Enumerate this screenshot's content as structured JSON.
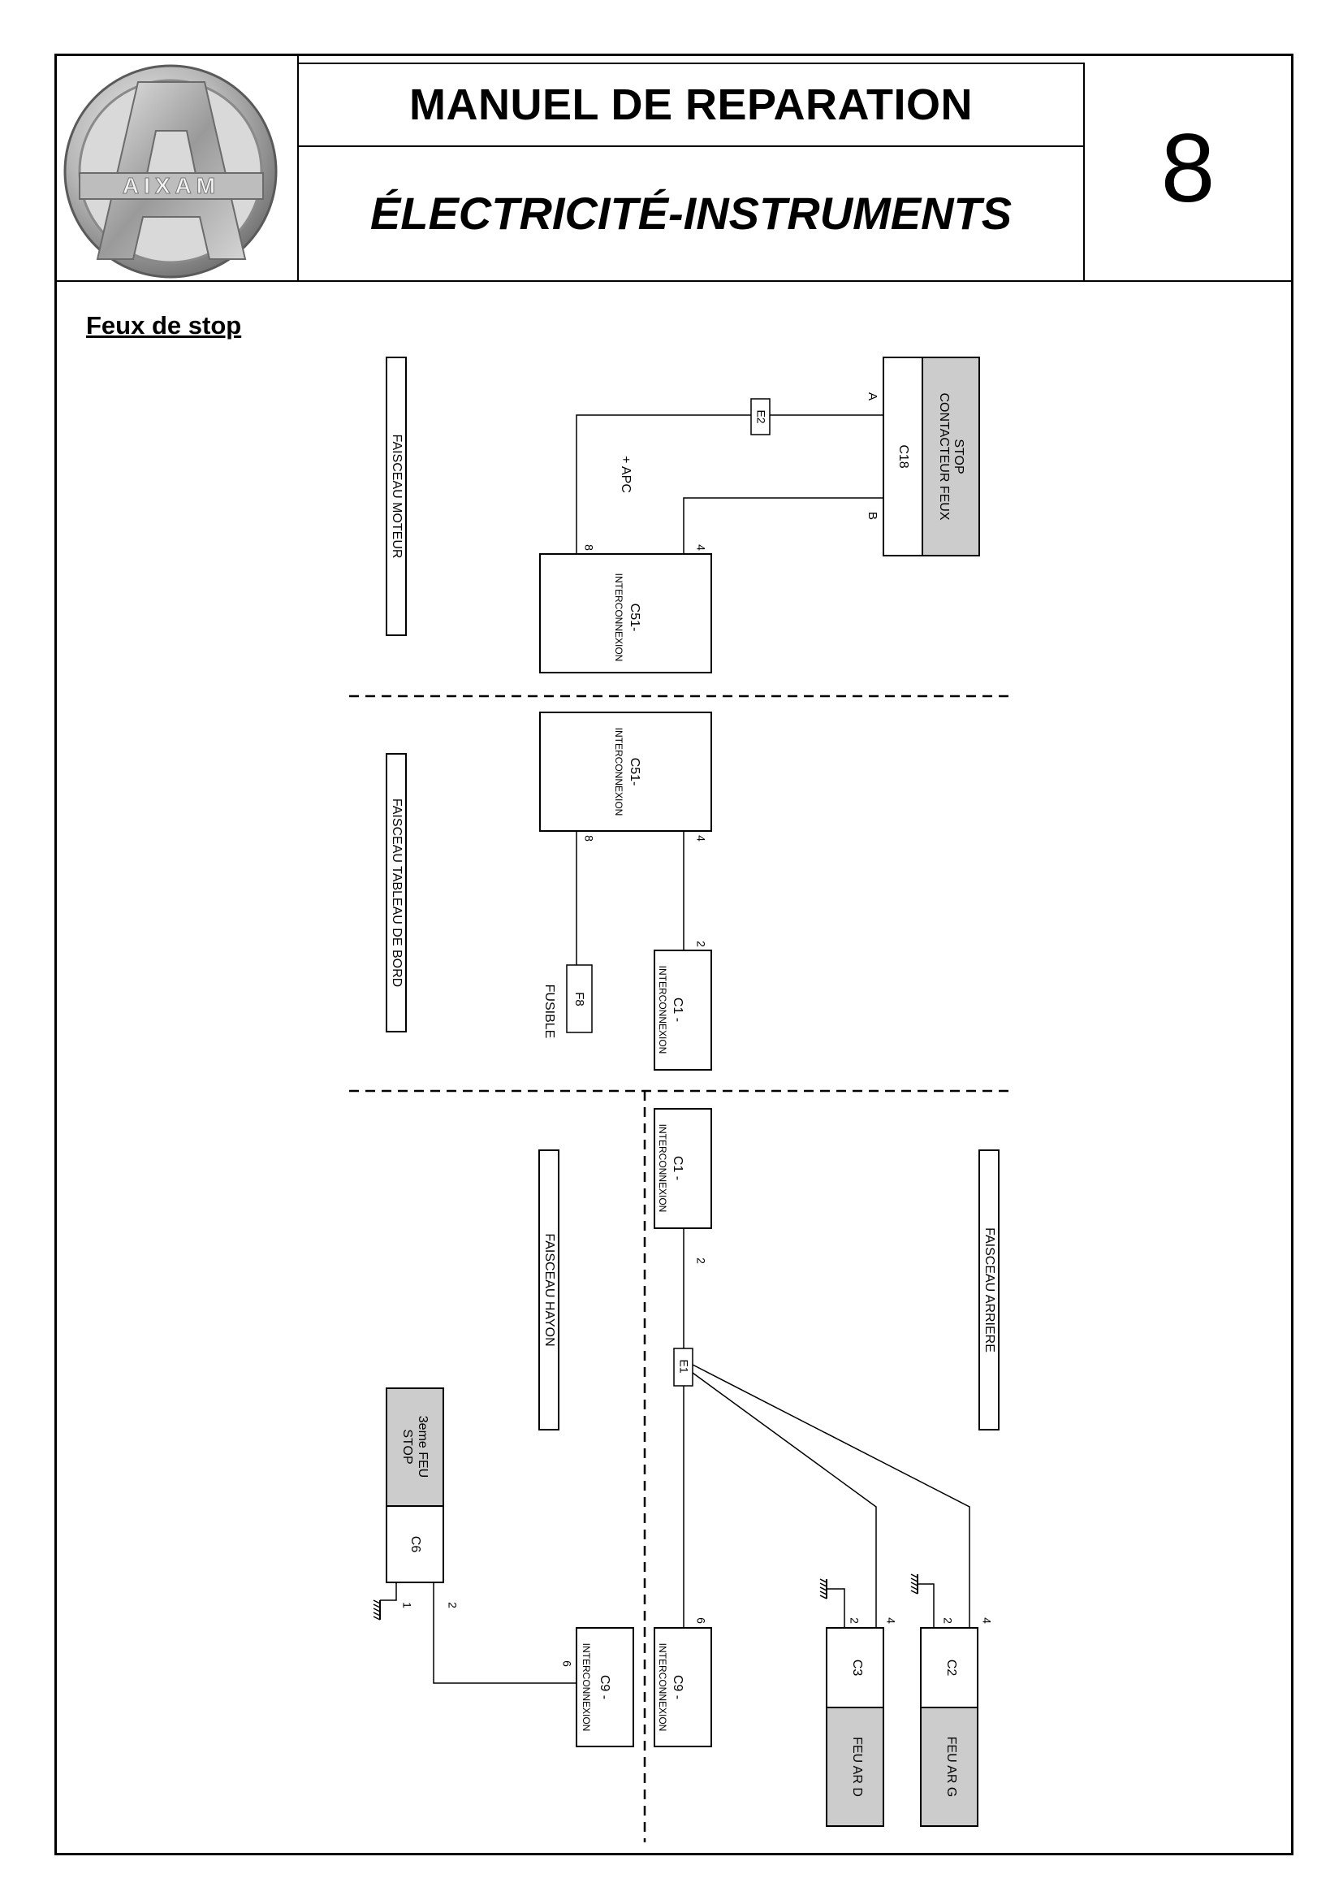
{
  "header": {
    "logo_text": "AIXAM",
    "title": "MANUEL DE REPARATION",
    "subtitle": "ÉLECTRICITÉ-INSTRUMENTS",
    "chapter": "8"
  },
  "section": {
    "heading": "Feux de stop"
  },
  "harness_labels": {
    "moteur": "FAISCEAU MOTEUR",
    "tableau": "FAISCEAU TABLEAU DE BORD",
    "hayon": "FAISCEAU HAYON",
    "arriere": "FAISCEAU ARRIERE"
  },
  "components": {
    "contacteur": {
      "name": "CONTACTEUR FEUX STOP",
      "line1": "CONTACTEUR FEUX",
      "line2": "STOP",
      "connector": "C18",
      "pin_a": "A",
      "pin_b": "B"
    },
    "splice_e2": "E2",
    "apc": "+ APC",
    "c51": {
      "line1": "C51-",
      "line2": "INTERCONNEXION",
      "pin8": "8",
      "pin4": "4"
    },
    "fuse": {
      "name": "F8",
      "label": "FUSIBLE"
    },
    "c1": {
      "line1": "C1 -",
      "line2": "INTERCONNEXION",
      "pin": "2"
    },
    "splice_e1": "E1",
    "c9": {
      "line1": "C9 -",
      "line2": "INTERCONNEXION",
      "pin": "6"
    },
    "third_stop": {
      "line1": "3eme FEU",
      "line2": "STOP",
      "connector": "C6",
      "pin1": "1",
      "pin2": "2"
    },
    "feu_ar_d": {
      "name": "FEU AR D",
      "connector": "C3",
      "pin2": "2",
      "pin4": "4"
    },
    "feu_ar_g": {
      "name": "FEU AR G",
      "connector": "C2",
      "pin2": "2",
      "pin4": "4"
    }
  },
  "colors": {
    "line": "#000000",
    "component_fill": "#cccccc"
  }
}
